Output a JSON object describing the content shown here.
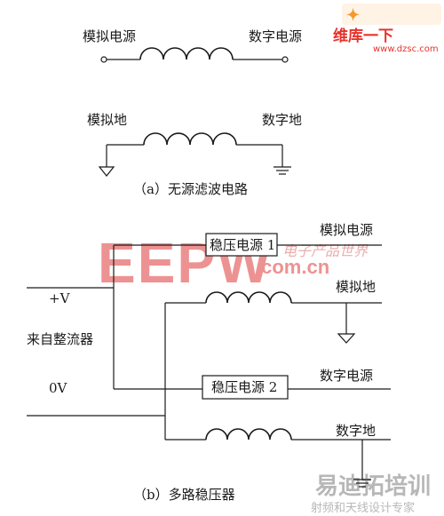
{
  "diagram_a": {
    "analog_power": "模拟电源",
    "digital_power": "数字电源",
    "analog_ground": "模拟地",
    "digital_ground": "数字地",
    "caption": "（a）无源滤波电路"
  },
  "diagram_b": {
    "plus_v": "+V",
    "zero_v": "0V",
    "from_rectifier": "来自整流器",
    "regulator_1": "稳压电源 1",
    "regulator_2": "稳压电源 2",
    "analog_power": "模拟电源",
    "analog_ground": "模拟地",
    "digital_power": "数字电源",
    "digital_ground": "数字地",
    "caption": "（b）多路稳压器"
  },
  "watermarks": {
    "top_logo_text": "维库一下",
    "top_logo_url": "www.dzsc.com",
    "eepw_logo": "EEPW",
    "eepw_domain": ".com.cn",
    "eepw_slogan": "电子产品世界",
    "bottom_logo_cn": "易迪拓培训",
    "bottom_logo_sub": "射频和天线设计专家",
    "colors": {
      "eepw_red": "#e03a3a",
      "logo_red": "#e8312b",
      "logo_orange": "#f29a2e",
      "bottom_gray": "#9a9a9a"
    }
  }
}
